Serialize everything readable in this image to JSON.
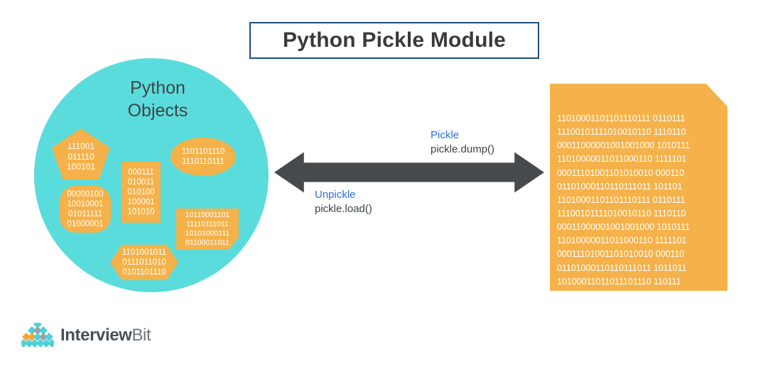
{
  "title": {
    "text": "Python Pickle Module",
    "border_color": "#1F4E79",
    "text_color": "#3A3A3C"
  },
  "colors": {
    "teal": "#5BDCDC",
    "orange": "#F5B24A",
    "arrow": "#474A4D",
    "accent_blue": "#2E6FD9",
    "text_dark": "#3F4448",
    "background": "#FFFFFF"
  },
  "source": {
    "label": "Python\nObjects",
    "shape": "circle",
    "objects": [
      {
        "name": "pentagon",
        "shape": "pentagon",
        "lines": [
          "111001",
          "011110",
          "100101"
        ]
      },
      {
        "name": "ellipse",
        "shape": "ellipse",
        "lines": [
          "1101101110",
          "1110110111"
        ]
      },
      {
        "name": "rectangle",
        "shape": "rectangle",
        "lines": [
          "000111",
          "010011",
          "010100",
          "100001",
          "101010"
        ]
      },
      {
        "name": "squircle",
        "shape": "rounded-square",
        "lines": [
          "00000100",
          "10010001",
          "01011111",
          "01000001"
        ]
      },
      {
        "name": "notched",
        "shape": "notched-rectangle",
        "lines": [
          "10110001101",
          "11110111011",
          "10101000111",
          "01100011011"
        ]
      },
      {
        "name": "hexagon",
        "shape": "hexagon",
        "lines": [
          "1101001011",
          "0111011010",
          "0101101110"
        ]
      }
    ]
  },
  "arrow": {
    "direction": "bidirectional",
    "forward": {
      "title": "Pickle",
      "call": "pickle.dump()"
    },
    "reverse": {
      "title": "Unpickle",
      "call": "pickle.load()"
    }
  },
  "document": {
    "shape": "folded-corner-page",
    "binary_lines": [
      "11010001101101110111 0110111",
      "11100101111010010110 1110110",
      "00011000001001001000 1010111",
      "11010000011011000110 1111101",
      "00011101001101010010 000110",
      "01101000110110111011 101101",
      "11010001101101110111 0110111",
      "11100101111010010110 1110110",
      "00011000001001001000 1010111",
      "11010000011011000110 1111101",
      "00011101001101010010 000110",
      "01101000110110111011 1011011",
      "10100011011011101110 110111"
    ]
  },
  "footer": {
    "brand_primary": "Interview",
    "brand_secondary": "Bit",
    "logo_colors": {
      "cyan": "#4FD1D9",
      "orange": "#F0A830",
      "gray": "#9AA3AA"
    }
  }
}
